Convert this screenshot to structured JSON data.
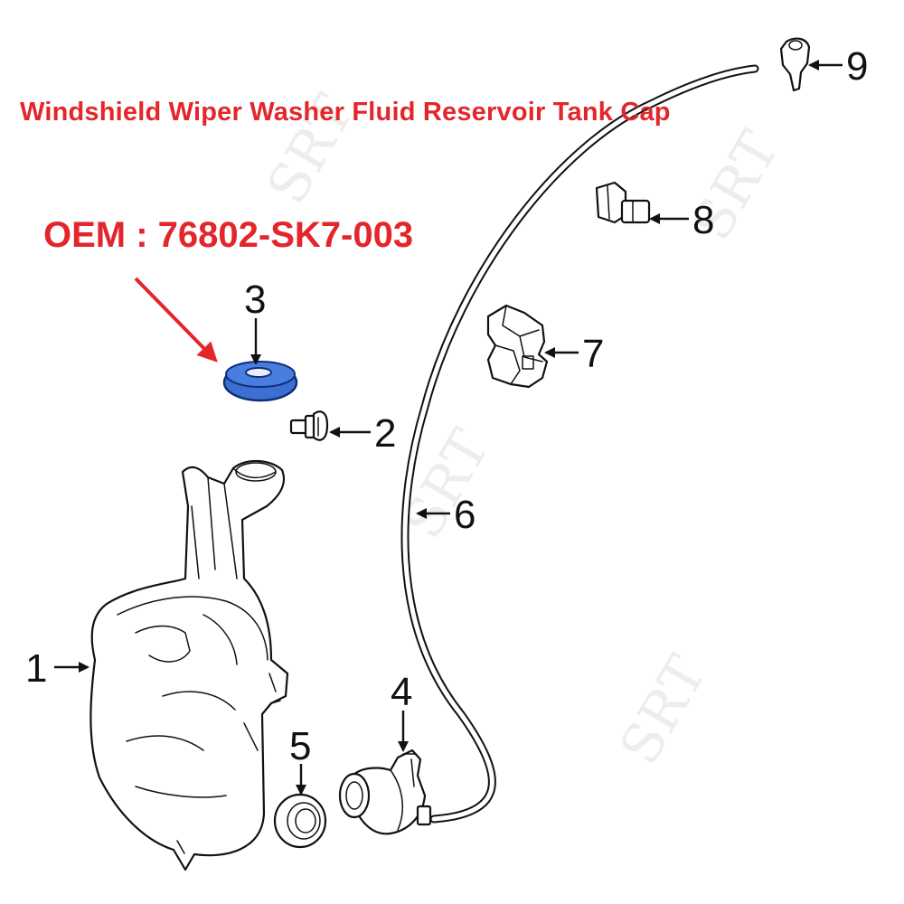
{
  "title": "Windshield Wiper Washer Fluid Reservoir Tank Cap",
  "oem_label": "OEM : 76802-SK7-003",
  "colors": {
    "title": "#e3262b",
    "highlight_part": "#3c6fd1",
    "highlight_stroke": "#0d2f7a",
    "pointer_arrow": "#e3262b",
    "lines": "#111111"
  },
  "callouts": [
    {
      "id": "1",
      "label": "1"
    },
    {
      "id": "2",
      "label": "2"
    },
    {
      "id": "3",
      "label": "3"
    },
    {
      "id": "4",
      "label": "4"
    },
    {
      "id": "5",
      "label": "5"
    },
    {
      "id": "6",
      "label": "6"
    },
    {
      "id": "7",
      "label": "7"
    },
    {
      "id": "8",
      "label": "8"
    },
    {
      "id": "9",
      "label": "9"
    }
  ],
  "watermark": "SRT"
}
